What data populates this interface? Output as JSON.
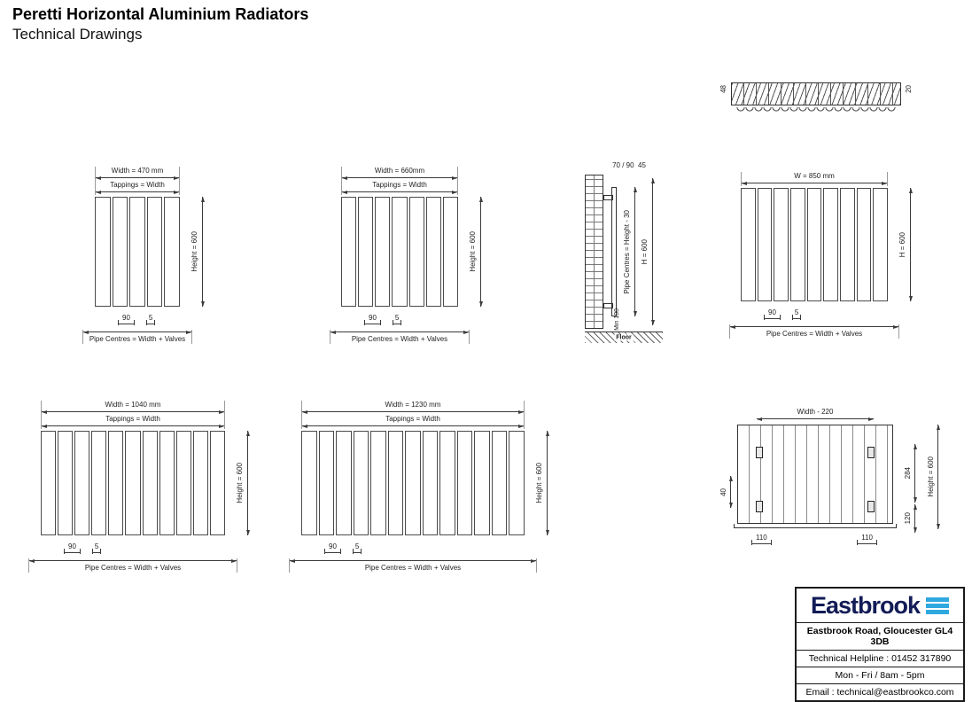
{
  "header": {
    "title": "Peretti Horizontal Aluminium Radiators",
    "subtitle": "Technical Drawings"
  },
  "top_view": {
    "left_dim": "48",
    "right_dim": "20"
  },
  "front_views": [
    {
      "width_label": "Width = 470 mm",
      "tappings_label": "Tappings = Width",
      "height_label": "Height = 600",
      "left_pipe_dim": "90",
      "valve_dim": "5",
      "pipe_centres_label": "Pipe Centres = Width + Valves"
    },
    {
      "width_label": "Width = 660mm",
      "tappings_label": "Tappings = Width",
      "height_label": "Height = 600",
      "left_pipe_dim": "90",
      "valve_dim": "5",
      "pipe_centres_label": "Pipe Centres = Width + Valves"
    },
    {
      "width_label": "W = 850 mm",
      "height_label": "H = 600",
      "left_pipe_dim": "90",
      "valve_dim": "5",
      "pipe_centres_label": "Pipe Centres = Width + Valves"
    },
    {
      "width_label": "Width = 1040 mm",
      "tappings_label": "Tappings = Width",
      "height_label": "Height = 600",
      "left_pipe_dim": "90",
      "valve_dim": "5",
      "pipe_centres_label": "Pipe Centres = Width + Valves"
    },
    {
      "width_label": "Width = 1230 mm",
      "tappings_label": "Tappings = Width",
      "height_label": "Height = 600",
      "left_pipe_dim": "90",
      "valve_dim": "5",
      "pipe_centres_label": "Pipe Centres = Width + Valves"
    }
  ],
  "side_view": {
    "top_dim": "70 / 90",
    "top_dim2": "45",
    "pipe_centres_label": "Pipe Centres = Height - 30",
    "height_label": "H = 600",
    "min_clearance": "Min 100",
    "floor_label": "Floor"
  },
  "rear_view": {
    "width_label": "Width - 220",
    "height_label": "Height = 600",
    "dim_40": "40",
    "dim_284": "284",
    "dim_120": "120",
    "dim_110_left": "110",
    "dim_110_right": "110"
  },
  "company": {
    "brand": "Eastbrook",
    "address": "Eastbrook Road, Gloucester GL4 3DB",
    "helpline": "Technical Helpline : 01452 317890",
    "hours": "Mon - Fri / 8am - 5pm",
    "email": "Email : technical@eastbrookco.com"
  },
  "colors": {
    "line": "#3a3a3a",
    "brand_navy": "#121c56",
    "brand_blue": "#2fa8e0"
  }
}
